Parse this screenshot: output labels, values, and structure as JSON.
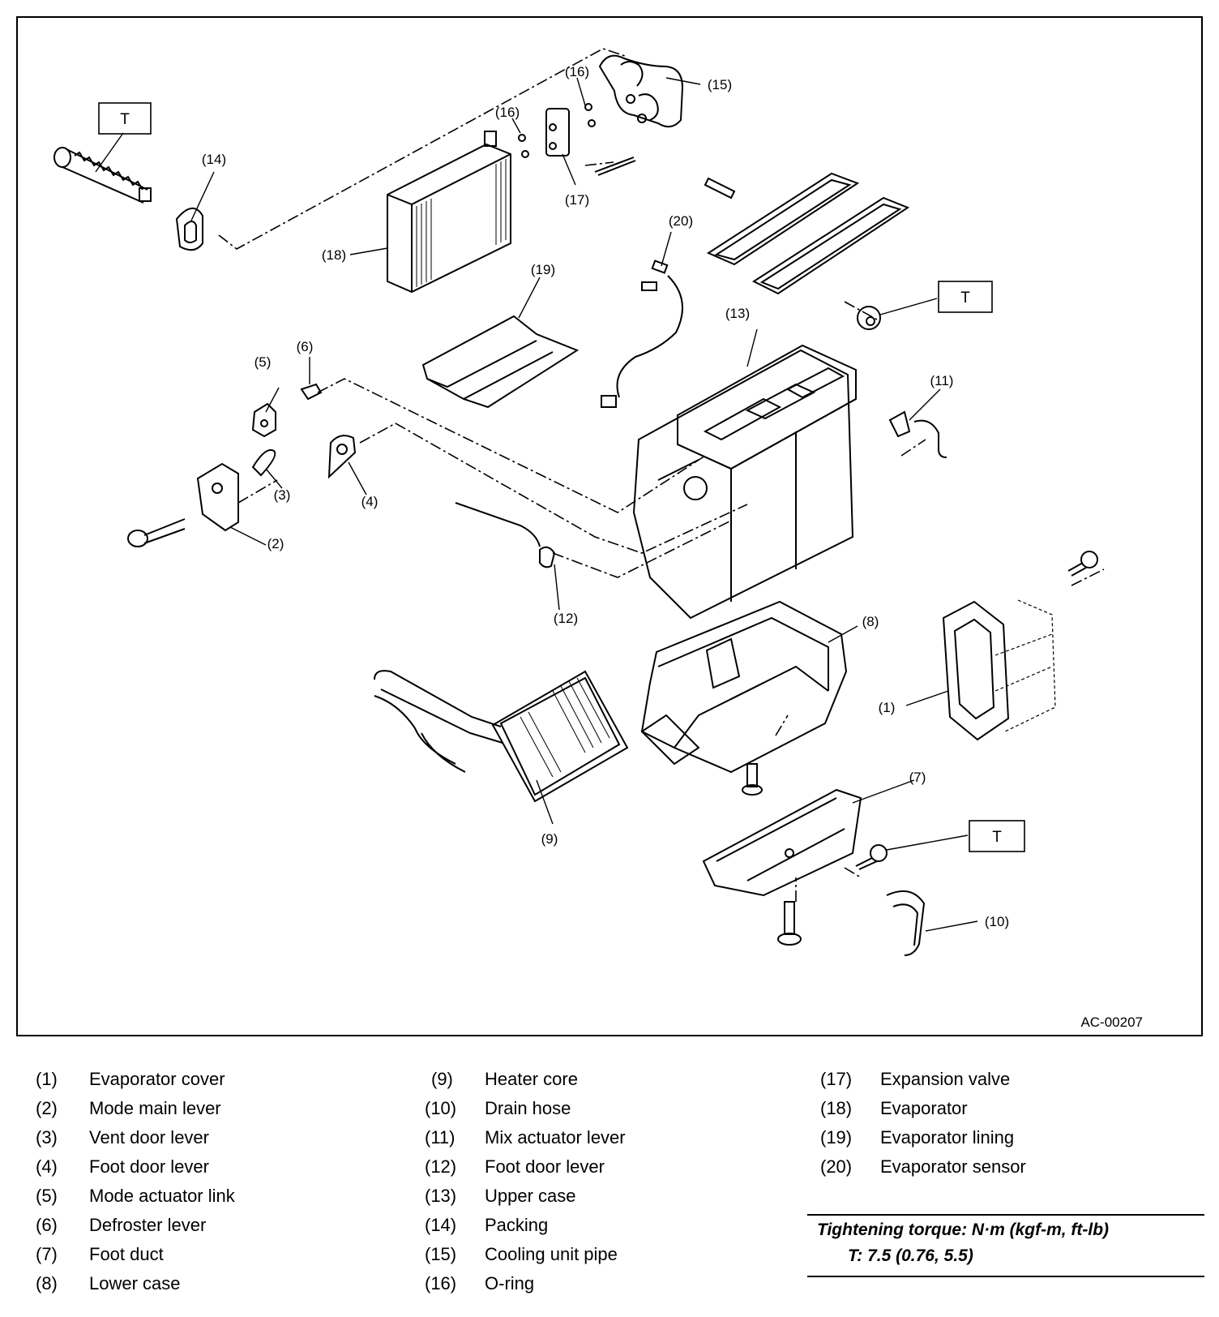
{
  "diagram": {
    "drawing_code": "AC-00207",
    "torque_marker": "T",
    "callouts": [
      {
        "num": "(1)"
      },
      {
        "num": "(2)"
      },
      {
        "num": "(3)"
      },
      {
        "num": "(4)"
      },
      {
        "num": "(5)"
      },
      {
        "num": "(6)"
      },
      {
        "num": "(7)"
      },
      {
        "num": "(8)"
      },
      {
        "num": "(9)"
      },
      {
        "num": "(10)"
      },
      {
        "num": "(11)"
      },
      {
        "num": "(12)"
      },
      {
        "num": "(13)"
      },
      {
        "num": "(14)"
      },
      {
        "num": "(15)"
      },
      {
        "num": "(16)"
      },
      {
        "num": "(16)"
      },
      {
        "num": "(17)"
      },
      {
        "num": "(18)"
      },
      {
        "num": "(19)"
      },
      {
        "num": "(20)"
      }
    ]
  },
  "legend": [
    {
      "num": "(1)",
      "name": "Evaporator cover"
    },
    {
      "num": "(2)",
      "name": "Mode main lever"
    },
    {
      "num": "(3)",
      "name": "Vent door lever"
    },
    {
      "num": "(4)",
      "name": "Foot door lever"
    },
    {
      "num": "(5)",
      "name": "Mode actuator link"
    },
    {
      "num": "(6)",
      "name": "Defroster lever"
    },
    {
      "num": "(7)",
      "name": "Foot duct"
    },
    {
      "num": "(8)",
      "name": "Lower case"
    },
    {
      "num": "(9)",
      "name": "Heater core"
    },
    {
      "num": "(10)",
      "name": "Drain hose"
    },
    {
      "num": "(11)",
      "name": "Mix actuator lever"
    },
    {
      "num": "(12)",
      "name": "Foot door lever"
    },
    {
      "num": "(13)",
      "name": "Upper case"
    },
    {
      "num": "(14)",
      "name": "Packing"
    },
    {
      "num": "(15)",
      "name": "Cooling unit pipe"
    },
    {
      "num": "(16)",
      "name": "O-ring"
    },
    {
      "num": "(17)",
      "name": "Expansion valve"
    },
    {
      "num": "(18)",
      "name": "Evaporator"
    },
    {
      "num": "(19)",
      "name": "Evaporator lining"
    },
    {
      "num": "(20)",
      "name": "Evaporator sensor"
    }
  ],
  "torque": {
    "title": "Tightening torque: N·m (kgf-m, ft-lb)",
    "value": "T:   7.5 (0.76, 5.5)"
  }
}
